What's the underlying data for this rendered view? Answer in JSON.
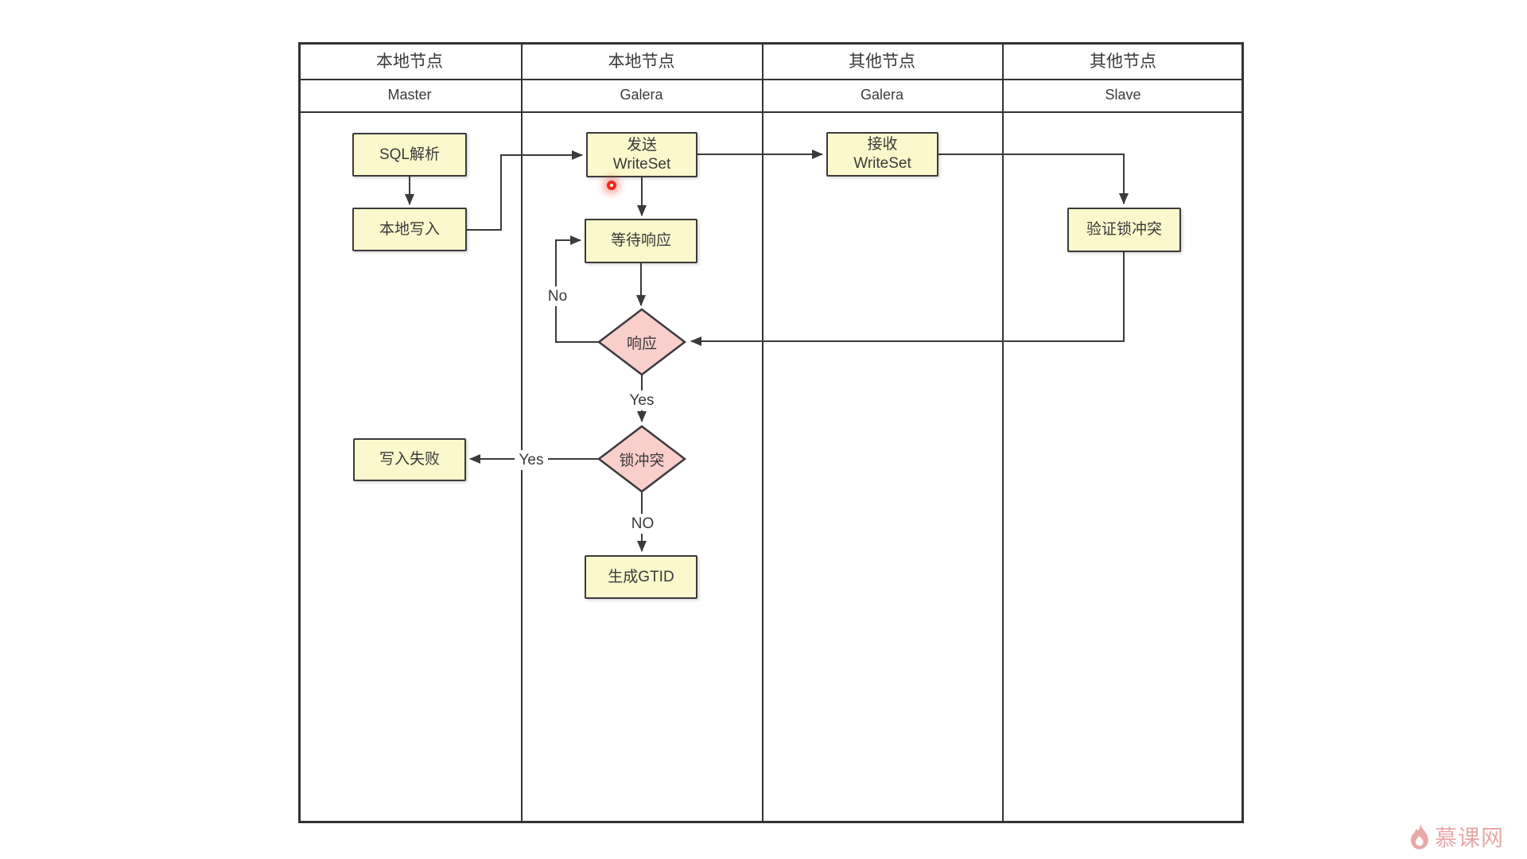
{
  "diagram": {
    "lanes": [
      {
        "top": "本地节点",
        "bottom": "Master"
      },
      {
        "top": "本地节点",
        "bottom": "Galera"
      },
      {
        "top": "其他节点",
        "bottom": "Galera"
      },
      {
        "top": "其他节点",
        "bottom": "Slave"
      }
    ],
    "nodes": {
      "sql_parse": "SQL解析",
      "local_write": "本地写入",
      "send_writeset": {
        "line1": "发送",
        "line2": "WriteSet"
      },
      "wait_response": "等待响应",
      "receive_writeset": {
        "line1": "接收",
        "line2": "WriteSet"
      },
      "verify_lock_conflict": "验证锁冲突",
      "write_fail": "写入失败",
      "generate_gtid": "生成GTID"
    },
    "decisions": {
      "response": "响应",
      "lock_conflict": "锁冲突"
    },
    "edge_labels": {
      "response_no": "No",
      "response_yes": "Yes",
      "conflict_yes": "Yes",
      "conflict_no": "NO"
    }
  },
  "colors": {
    "node_fill": "#FCF8CD",
    "node_border": "#3B3B3B",
    "decision_fill": "#F8CFCB",
    "line_color": "#3B3B3B",
    "text_color": "#3A3A3A",
    "watermark_color": "#E59A9A",
    "click_dot_color": "#EE2C1C"
  },
  "watermark": {
    "text": "慕课网"
  }
}
